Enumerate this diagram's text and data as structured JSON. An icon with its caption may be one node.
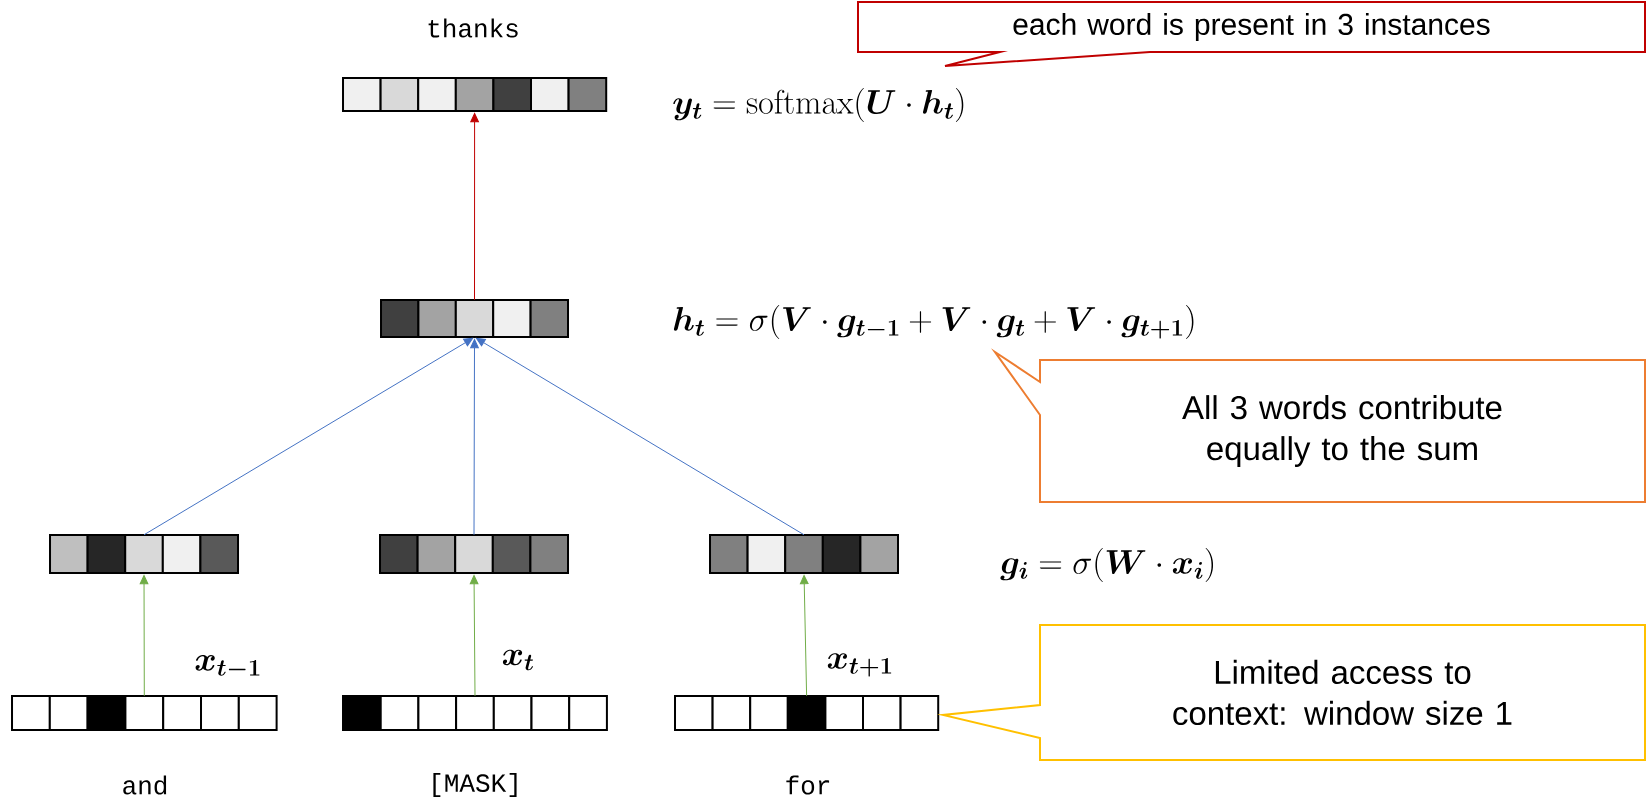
{
  "diagram": {
    "nodes": [
      {
        "text": [
          "each word is present in 3 instances"
        ]
      },
      {
        "text": [],
        "shape": "bar",
        "beside": [
          "thanks"
        ]
      },
      {
        "text": [],
        "shape": "bar"
      },
      {
        "text": [],
        "shape": "bar"
      },
      {
        "text": [],
        "shape": "bar"
      },
      {
        "text": [],
        "shape": "bar"
      },
      {
        "text": [],
        "shape": "bar",
        "beside": [
          "and",
          "\\boldsymbol{x_{t-1}}"
        ]
      },
      {
        "text": [],
        "shape": "bar",
        "beside": [
          "[MASK]",
          "\\boldsymbol{x_{t}}"
        ]
      },
      {
        "text": [],
        "shape": "bar",
        "beside": [
          "for",
          "\\boldsymbol{x_{t+1}}"
        ]
      },
      {
        "text": [
          "All 3 words contribute equally to the sum"
        ]
      },
      {
        "text": [
          "Limited access to context: window size 1"
        ]
      }
    ],
    "edges": [
      {
        "from": 2,
        "to": 1,
        "arrow": "to",
        "color": "#c00000"
      },
      {
        "from": 3,
        "to": 2,
        "arrow": "to",
        "color": "#4472c4"
      },
      {
        "from": 4,
        "to": 2,
        "arrow": "to",
        "color": "#4472c4"
      },
      {
        "from": 5,
        "to": 2,
        "arrow": "to",
        "color": "#4472c4"
      },
      {
        "from": 6,
        "to": 3,
        "arrow": "to",
        "color": "#70ad47"
      },
      {
        "from": 7,
        "to": 4,
        "arrow": "to",
        "color": "#70ad47"
      },
      {
        "from": 8,
        "to": 5,
        "arrow": "to",
        "color": "#70ad47"
      }
    ],
    "labels": [
      "\\boldsymbol{y_t} = \\mathrm{softmax}(\\boldsymbol{U} \\cdot \\boldsymbol{h_t})",
      "\\boldsymbol{h_t} = \\sigma(\\boldsymbol{V} \\cdot \\boldsymbol{g_{t-1}} + \\boldsymbol{V} \\cdot \\boldsymbol{g_t} + \\boldsymbol{V} \\cdot \\boldsymbol{g_{t+1}})",
      "\\boldsymbol{g_i} = \\sigma(\\boldsymbol{W} \\cdot \\boldsymbol{x_i})"
    ]
  }
}
